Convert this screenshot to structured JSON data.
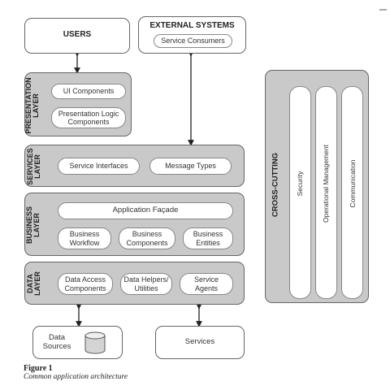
{
  "top": {
    "users": "USERS",
    "external_title": "EXTERNAL SYSTEMS",
    "service_consumers": "Service Consumers"
  },
  "presentation": {
    "label": "PRESENTATION\nLAYER",
    "ui_components": "UI Components",
    "logic_components": "Presentation Logic Components"
  },
  "services": {
    "label": "SERVICES\nLAYER",
    "interfaces": "Service Interfaces",
    "message_types": "Message Types"
  },
  "business": {
    "label": "BUSINESS\nLAYER",
    "facade": "Application Façade",
    "workflow": "Business Workflow",
    "components": "Business Components",
    "entities": "Business Entities"
  },
  "data_layer": {
    "label": "DATA\nLAYER",
    "access": "Data Access Components",
    "helpers": "Data Helpers/ Utilities",
    "agents": "Service Agents"
  },
  "bottom": {
    "data_sources": "Data Sources",
    "services": "Services"
  },
  "cross_cutting": {
    "title": "CROSS-CUTTING",
    "security": "Security",
    "operational": "Operational Management",
    "communication": "Communication"
  },
  "caption": {
    "figure": "Figure 1",
    "text": "Common application architecture"
  }
}
